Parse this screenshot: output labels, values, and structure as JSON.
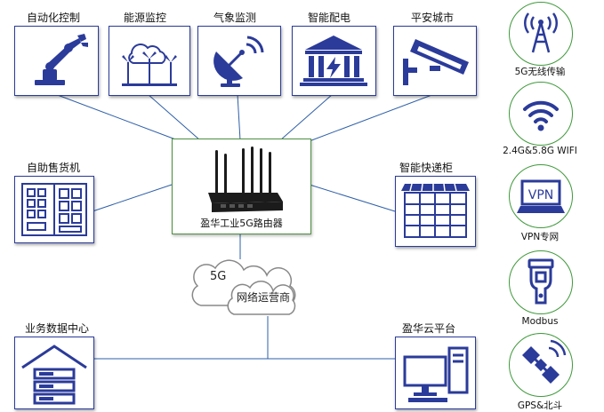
{
  "top_nodes": {
    "automation": "自动化控制",
    "energy": "能源监控",
    "weather": "气象监测",
    "power": "智能配电",
    "city": "平安城市"
  },
  "side_nodes": {
    "vending": "自助售货机",
    "locker": "智能快递柜"
  },
  "router": {
    "label": "盈华工业5G路由器"
  },
  "cloud": {
    "tech": "5G",
    "network": "网络运营商"
  },
  "bottom_nodes": {
    "datacenter": "业务数据中心",
    "platform": "盈华云平台"
  },
  "features": [
    {
      "label": "5G无线传输",
      "icon": "tower-icon"
    },
    {
      "label": "2.4G&5.8G WIFI",
      "icon": "wifi-icon"
    },
    {
      "label": "VPN专网",
      "icon": "vpn-icon"
    },
    {
      "label": "Modbus",
      "icon": "serial-port-icon"
    },
    {
      "label": "GPS&北斗",
      "icon": "satellite-icon"
    }
  ],
  "colors": {
    "primary": "#2b3b9a",
    "line": "#2e5fa8",
    "accent": "#3f9a3b"
  }
}
